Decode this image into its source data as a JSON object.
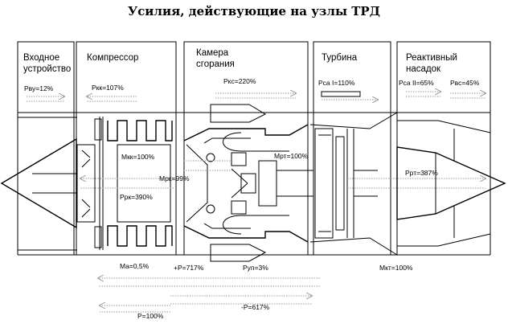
{
  "title": "Усилия, действующие на узлы ТРД",
  "sections": {
    "inlet": [
      "Входное",
      "устройство"
    ],
    "compressor": "Компрессор",
    "combustor": [
      "Камера",
      "сгорания"
    ],
    "turbine": "Турбина",
    "nozzle": [
      "Реактивный",
      "насадок"
    ]
  },
  "labels": {
    "p_vu": "Pву=12%",
    "p_kk": "Pкк=107%",
    "p_ks": "Pкс=220%",
    "p_sa1": "Pса I=110%",
    "p_sa2": "Pса II=65%",
    "p_vs": "Pвс=45%",
    "m_kk": "Mкк=100%",
    "m_rk": "Mрк=99%",
    "p_rk": "Pрк=390%",
    "m_rt": "Mрт=100%",
    "p_rt": "Pрт=387%",
    "m_a": "Mа=0,5%",
    "plus_p": "+P=717%",
    "p_up": "Pуп=3%",
    "m_kt": "Mкт=100%",
    "minus_p": "-P=617%",
    "p_total": "P=100%"
  }
}
